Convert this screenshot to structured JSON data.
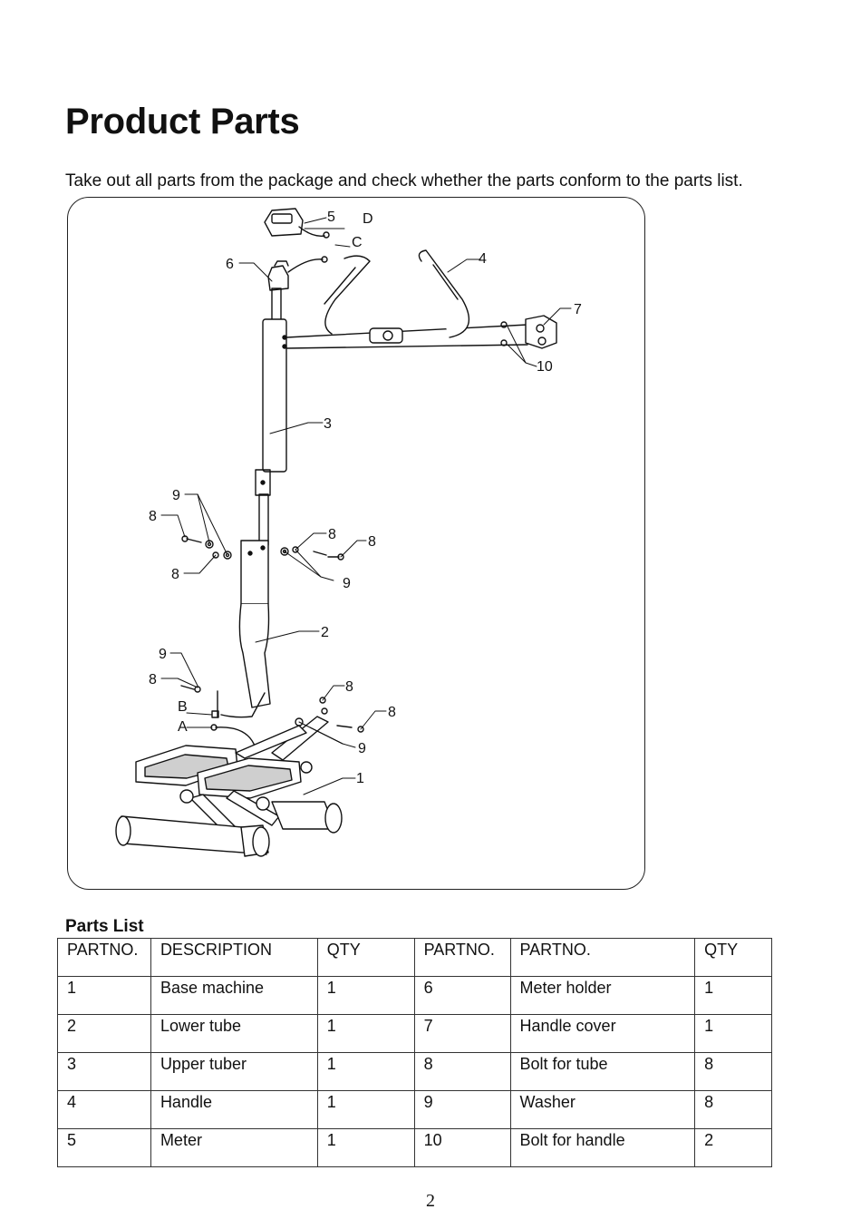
{
  "page": {
    "title": "Product Parts",
    "intro": "Take out all parts from the package and check whether the parts conform to the parts list.",
    "parts_list_heading": "Parts List",
    "page_number": "2"
  },
  "diagram_labels": {
    "l1": "1",
    "l2": "2",
    "l3": "3",
    "l4": "4",
    "l5": "5",
    "l6": "6",
    "l7": "7",
    "l8a": "8",
    "l8b": "8",
    "l8c": "8",
    "l8d": "8",
    "l8e": "8",
    "l8f": "8",
    "l8g": "8",
    "l9a": "9",
    "l9b": "9",
    "l9c": "9",
    "l9d": "9",
    "l10": "10",
    "lA": "A",
    "lB": "B",
    "lC": "C",
    "lD": "D"
  },
  "table": {
    "headers": [
      "PARTNO.",
      "DESCRIPTION",
      "QTY",
      "PARTNO.",
      "PARTNO.",
      "QTY"
    ],
    "rows": [
      [
        "1",
        "Base machine",
        "1",
        "6",
        "Meter holder",
        "1"
      ],
      [
        "2",
        "Lower tube",
        "1",
        "7",
        "Handle cover",
        "1"
      ],
      [
        "3",
        "Upper tuber",
        "1",
        "8",
        "Bolt for tube",
        "8"
      ],
      [
        "4",
        "Handle",
        "1",
        "9",
        "Washer",
        "8"
      ],
      [
        "5",
        "Meter",
        "1",
        "10",
        "Bolt for handle",
        "2"
      ]
    ]
  }
}
